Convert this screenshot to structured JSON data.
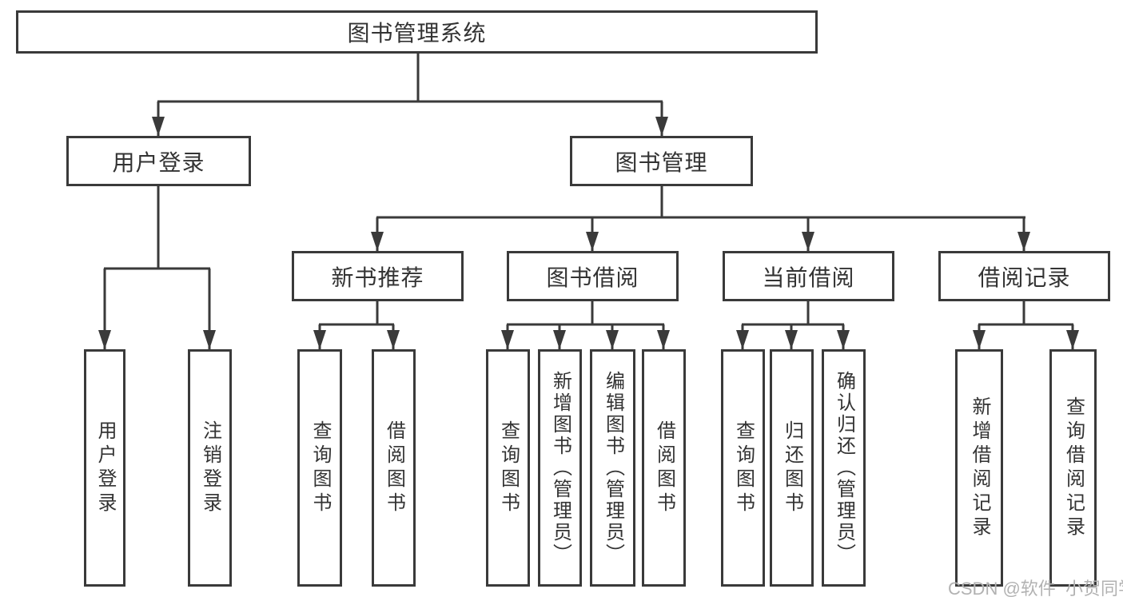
{
  "colors": {
    "line": "#3a3a3a",
    "box_border": "#3a3a3a",
    "text": "#333333",
    "watermark": "#b2b2b2",
    "background": "#ffffff"
  },
  "watermark": "CSDN @软件_小贺同学",
  "tree": {
    "root": {
      "label": "图书管理系统"
    },
    "branches": [
      {
        "label": "用户登录",
        "children": [
          {
            "label": "用户登录"
          },
          {
            "label": "注销登录"
          }
        ]
      },
      {
        "label": "图书管理",
        "children": [
          {
            "label": "新书推荐",
            "children": [
              {
                "label": "查询图书"
              },
              {
                "label": "借阅图书"
              }
            ]
          },
          {
            "label": "图书借阅",
            "children": [
              {
                "label": "查询图书"
              },
              {
                "label": "新增图书（管理员）"
              },
              {
                "label": "编辑图书（管理员）"
              },
              {
                "label": "借阅图书"
              }
            ]
          },
          {
            "label": "当前借阅",
            "children": [
              {
                "label": "查询图书"
              },
              {
                "label": "归还图书"
              },
              {
                "label": "确认归还（管理员）"
              }
            ]
          },
          {
            "label": "借阅记录",
            "children": [
              {
                "label": "新增借阅记录"
              },
              {
                "label": "查询借阅记录"
              }
            ]
          }
        ]
      }
    ]
  }
}
